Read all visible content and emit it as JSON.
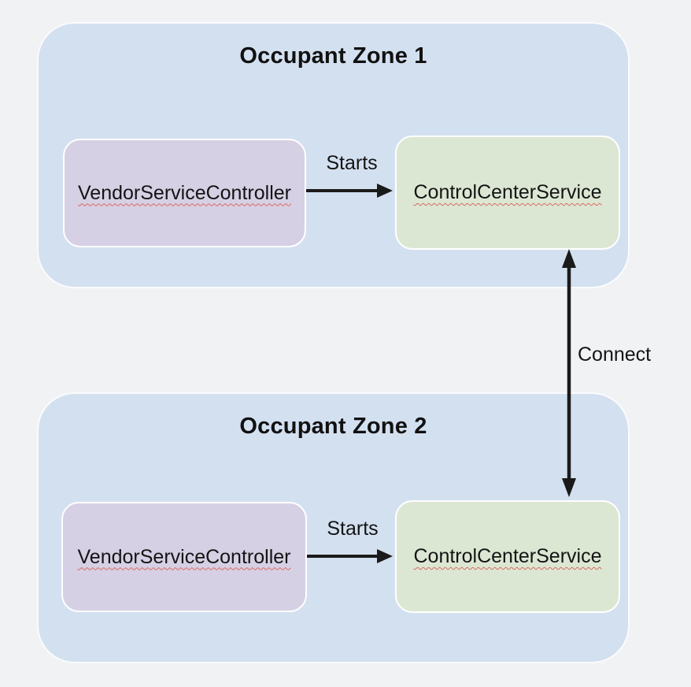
{
  "diagram": {
    "zones": [
      {
        "title": "Occupant Zone 1",
        "nodes": [
          {
            "id": "vendor-service-controller",
            "label": "VendorServiceController"
          },
          {
            "id": "control-center-service",
            "label": "ControlCenterService"
          }
        ],
        "edge": {
          "label": "Starts",
          "direction": "right"
        }
      },
      {
        "title": "Occupant Zone 2",
        "nodes": [
          {
            "id": "vendor-service-controller",
            "label": "VendorServiceController"
          },
          {
            "id": "control-center-service",
            "label": "ControlCenterService"
          }
        ],
        "edge": {
          "label": "Starts",
          "direction": "right"
        }
      }
    ],
    "inter_zone_edge": {
      "label": "Connect",
      "direction": "bidirectional"
    },
    "colors": {
      "background": "#f1f2f4",
      "zone_fill": "#d3e0f0",
      "vendor_node_fill": "#d6d0e4",
      "control_node_fill": "#dbe7d3",
      "node_border": "#ffffff",
      "arrow": "#1a1a1a",
      "text": "#141414",
      "spellcheck_underline": "#d96a60"
    }
  }
}
